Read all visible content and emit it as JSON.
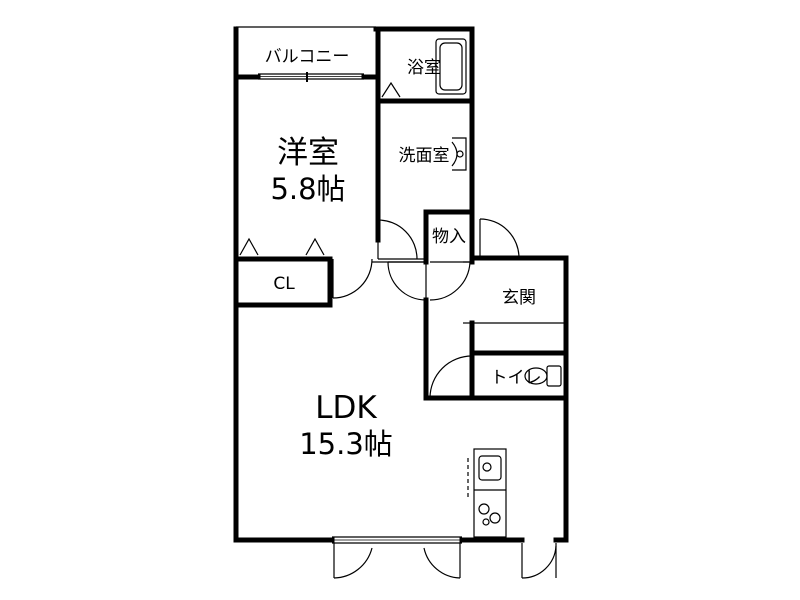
{
  "floor_plan": {
    "rooms": {
      "balcony": {
        "label": "バルコニー"
      },
      "bathroom": {
        "label": "浴室"
      },
      "washroom": {
        "label": "洗面室"
      },
      "western_room": {
        "name": "洋室",
        "size": "5.8帖"
      },
      "storage": {
        "label": "物入"
      },
      "closet": {
        "label": "CL"
      },
      "entrance": {
        "label": "玄関"
      },
      "toilet": {
        "label": "トイレ"
      },
      "ldk": {
        "name": "LDK",
        "size": "15.3帖"
      }
    }
  }
}
